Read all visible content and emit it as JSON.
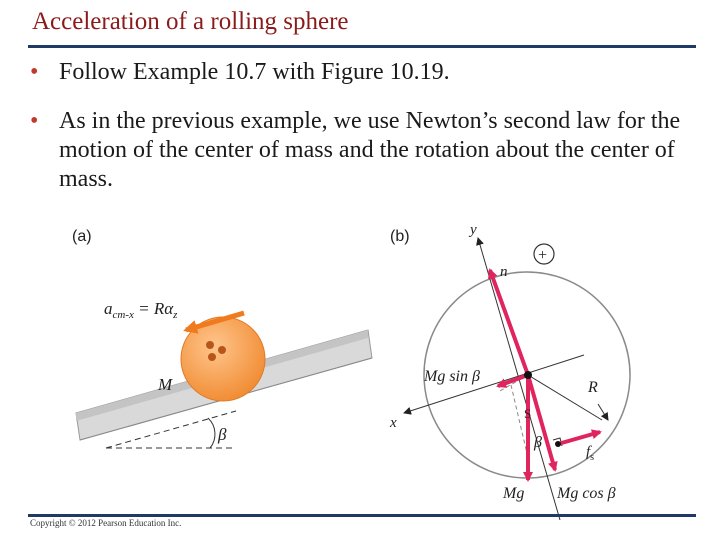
{
  "slide": {
    "title": "Acceleration of a rolling sphere",
    "bullets": [
      "Follow Example 10.7 with Figure 10.19.",
      "As in the previous example, we use Newton’s second law for the motion of the center of mass and the rotation about the center of mass."
    ],
    "copyright": "Copyright © 2012 Pearson Education Inc."
  },
  "figure_a": {
    "panel_label": "(a)",
    "accel_label": "a",
    "accel_sub": "cm-x",
    "accel_eq": " = Rα",
    "accel_alpha_sub": "z",
    "mass_label": "M",
    "angle_label": "β"
  },
  "figure_b": {
    "panel_label": "(b)",
    "y_axis": "y",
    "x_axis": "x",
    "rotation_sign": "+",
    "normal": "n",
    "mg_sin": "Mg sin β",
    "radius": "R",
    "beta1": "β",
    "friction": "f",
    "friction_sub": "s",
    "mg": "Mg",
    "mg_cos": "Mg cos β",
    "right_angle_mark": "S"
  },
  "colors": {
    "title": "#8b1a1a",
    "rule": "#1f3a64",
    "force_arrow": "#e0245e",
    "sphere": "#f39a4a",
    "accel_arrow": "#f07a1e"
  }
}
